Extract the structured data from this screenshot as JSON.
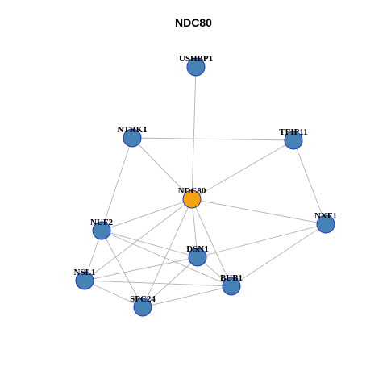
{
  "title": "NDC80",
  "colors": {
    "hub_node": "#f5a30f",
    "node": "#4682b4",
    "node_border": "#1c36c8",
    "edge": "#b3b3b3"
  },
  "nodes": [
    {
      "id": "USHBP1",
      "label": "USHBP1",
      "hub": false
    },
    {
      "id": "NTRK1",
      "label": "NTRK1",
      "hub": false
    },
    {
      "id": "TFIP11",
      "label": "TFIP11",
      "hub": false
    },
    {
      "id": "NDC80",
      "label": "NDC80",
      "hub": true
    },
    {
      "id": "NXF1",
      "label": "NXF1",
      "hub": false
    },
    {
      "id": "NUF2",
      "label": "NUF2",
      "hub": false
    },
    {
      "id": "DSN1",
      "label": "DSN1",
      "hub": false
    },
    {
      "id": "NSL1",
      "label": "NSL1",
      "hub": false
    },
    {
      "id": "BUB1",
      "label": "BUB1",
      "hub": false
    },
    {
      "id": "SPC24",
      "label": "SPC24",
      "hub": false
    }
  ],
  "edges": [
    [
      "USHBP1",
      "NDC80"
    ],
    [
      "NTRK1",
      "TFIP11"
    ],
    [
      "NTRK1",
      "NDC80"
    ],
    [
      "NTRK1",
      "NUF2"
    ],
    [
      "TFIP11",
      "NDC80"
    ],
    [
      "TFIP11",
      "NXF1"
    ],
    [
      "NDC80",
      "NXF1"
    ],
    [
      "NDC80",
      "NUF2"
    ],
    [
      "NDC80",
      "DSN1"
    ],
    [
      "NDC80",
      "BUB1"
    ],
    [
      "NDC80",
      "NSL1"
    ],
    [
      "NDC80",
      "SPC24"
    ],
    [
      "NXF1",
      "DSN1"
    ],
    [
      "NXF1",
      "BUB1"
    ],
    [
      "NUF2",
      "DSN1"
    ],
    [
      "NUF2",
      "NSL1"
    ],
    [
      "NUF2",
      "SPC24"
    ],
    [
      "NUF2",
      "BUB1"
    ],
    [
      "DSN1",
      "NSL1"
    ],
    [
      "DSN1",
      "SPC24"
    ],
    [
      "DSN1",
      "BUB1"
    ],
    [
      "NSL1",
      "SPC24"
    ],
    [
      "NSL1",
      "BUB1"
    ],
    [
      "SPC24",
      "BUB1"
    ]
  ]
}
